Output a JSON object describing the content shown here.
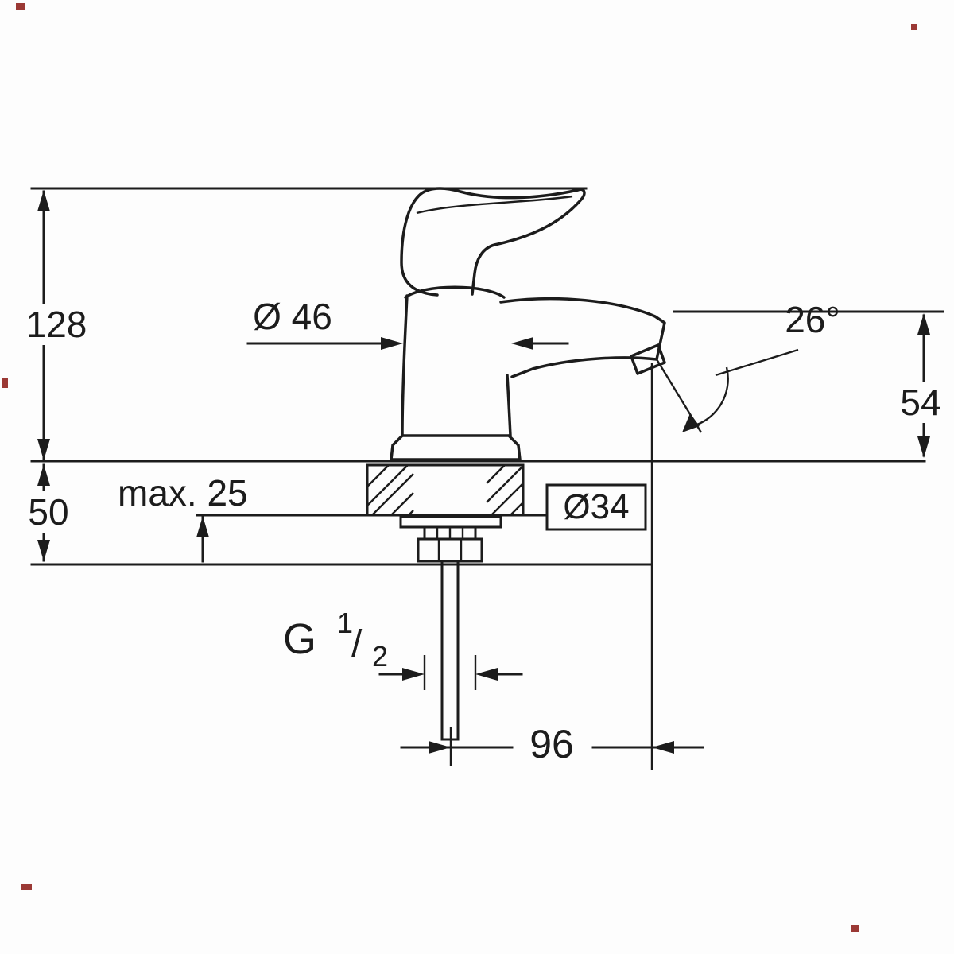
{
  "drawing": {
    "name": "single-lever-basin-tap-dimensional-drawing",
    "labels": {
      "overall_height": "128",
      "body_diameter": "Ø 46",
      "spout_angle": "26°",
      "spout_height": "54",
      "deck_max_thickness": "max. 25",
      "below_deck_clearance": "50",
      "hole_diameter": "Ø34",
      "thread_prefix": "G",
      "thread_numerator": "1",
      "thread_slash": "/",
      "thread_denominator": "2",
      "spout_projection": "96"
    }
  }
}
